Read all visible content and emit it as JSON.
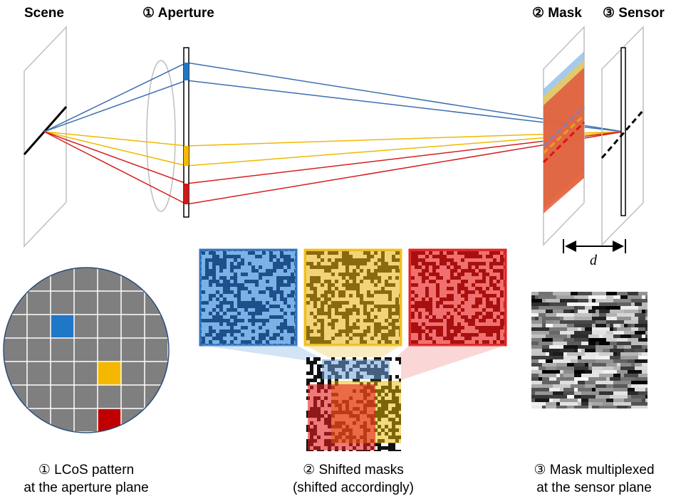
{
  "labels": {
    "scene": "Scene",
    "aperture": "① Aperture",
    "mask": "② Mask",
    "sensor": "③ Sensor",
    "distance": "d"
  },
  "captions": {
    "lcos_line1": "① LCoS pattern",
    "lcos_line2": "at the aperture plane",
    "shifted_line1": "② Shifted masks",
    "shifted_line2": "(shifted accordingly)",
    "multiplexed_line1": "③ Mask multiplexed",
    "multiplexed_line2": "at the sensor plane"
  },
  "colors": {
    "blue": "#1f77c8",
    "yellow": "#f5b800",
    "red": "#d01818",
    "grid_cell": "#7f7f7f",
    "dark_red_cell": "#c00000",
    "ray_blue": "#3d6fb0",
    "ray_yellow": "#f0b800",
    "ray_red": "#d42020"
  }
}
